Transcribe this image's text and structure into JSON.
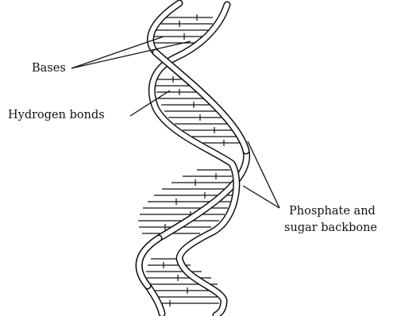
{
  "labels": {
    "bases": "Bases",
    "hydrogen_bonds": "Hydrogen bonds",
    "backbone_line1": "Phosphate and",
    "backbone_line2": "sugar backbone"
  },
  "colors": {
    "stroke": "#111111",
    "background": "#ffffff"
  }
}
